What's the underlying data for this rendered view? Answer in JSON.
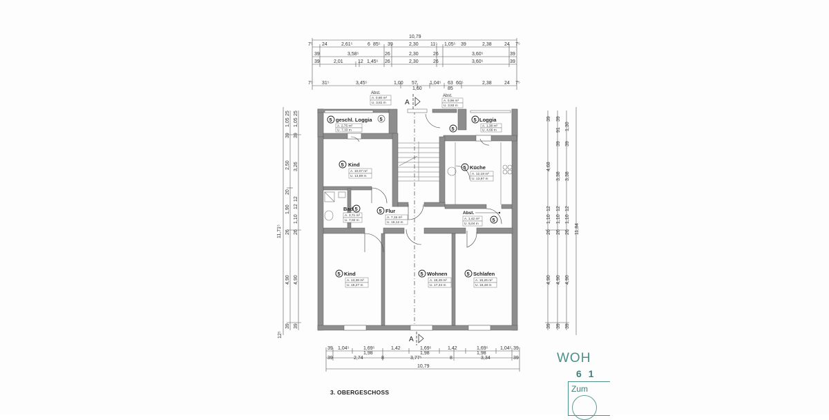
{
  "plan": {
    "floor_title": "3. OBERGESCHOSS",
    "section_marker": "A",
    "room_number_marker": "5",
    "overall_width": "10,79",
    "overall_height_left": "11,71⁵",
    "overall_height_right": "11,84"
  },
  "rooms": [
    {
      "name": "geschl. Loggia",
      "area": "A.   2,75 m²",
      "perimeter": "U.   7,33 m"
    },
    {
      "name": "Abst.",
      "area": "A. 0,90 m²",
      "perimeter": "U. 3,81 m"
    },
    {
      "name": "Abst.",
      "area": "A. 0,96 m²",
      "perimeter": "U. 3,93 m"
    },
    {
      "name": "Loggia",
      "area": "A. 1,38 m²",
      "perimeter": "U. 4,66 m"
    },
    {
      "name": "Kind",
      "area": "A. 10,07 m²",
      "perimeter": "U. 13,69 m"
    },
    {
      "name": "Küche",
      "area": "A. 12,18 m²",
      "perimeter": "U. 13,97 m"
    },
    {
      "name": "Bad",
      "area": "A. 3,71 m²",
      "perimeter": "U. 7,82 m"
    },
    {
      "name": "Flur",
      "area": "A.   7,15 m²",
      "perimeter": "U. 15,12 m"
    },
    {
      "name": "Abst.",
      "area": "A. 1,42 m²",
      "perimeter": "U. 5,04 m"
    },
    {
      "name": "Kind",
      "area": "A. 13,38 m²",
      "perimeter": "U. 15,27 m"
    },
    {
      "name": "Wohnen",
      "area": "A. 18,49 m²",
      "perimeter": "U. 17,34 m"
    },
    {
      "name": "Schlafen",
      "area": "A. 16,26 m²",
      "perimeter": "U. 16,48 m"
    }
  ],
  "dims_top": {
    "row0": [
      "10,79"
    ],
    "row1": [
      "7⁵",
      "24",
      "2,61⁵",
      "6",
      "85⁵",
      "39",
      "2,30",
      "11⁵",
      "1,05⁵",
      "39",
      "2,38",
      "24",
      "7⁵"
    ],
    "row2": [
      "39",
      "3,58⁵",
      "26",
      "2,30",
      "26",
      "3,60⁵",
      "39"
    ],
    "row3": [
      "39",
      "2,01",
      "12",
      "1,45⁵",
      "26",
      "2,30",
      "26",
      "3,60⁵",
      "39"
    ],
    "row4": [
      "7⁵",
      "31⁵",
      "3,45⁵",
      "1,00",
      "57",
      "1,04⁵",
      "63",
      "60⁵",
      "2,38",
      "24",
      "7⁵"
    ],
    "row4_sub": [
      "1,60",
      "85"
    ]
  },
  "dims_bottom": {
    "row1": [
      "39",
      "1,04⁵",
      "1,69⁵",
      "1,42",
      "1,69⁵",
      "1,42",
      "1,69⁵",
      "1,04⁵",
      "39"
    ],
    "row1_sub": [
      "1,98",
      "1,98",
      "1,98"
    ],
    "row2": [
      "39",
      "2,74",
      "8",
      "3,77⁵",
      "8",
      "3,34",
      "39"
    ],
    "row3": [
      "10,79"
    ]
  },
  "dims_left": {
    "col1": [
      "12⁵",
      "39",
      "4,90",
      "26",
      "1,90",
      "20",
      "2,50",
      "39",
      "1,05",
      "25"
    ],
    "col2": [
      "39",
      "4,90",
      "26",
      "1,10",
      "12",
      "12",
      "3,26",
      "39",
      "1,05",
      "25"
    ]
  },
  "dims_right": {
    "col1": [
      "39",
      "4,90",
      "26",
      "1,10",
      "12",
      "4,68",
      "39"
    ],
    "col2": [
      "39",
      "4,90",
      "26",
      "1,10",
      "12",
      "3,38",
      "39",
      "91",
      "39"
    ],
    "col3": [
      "39",
      "4,90",
      "26",
      "1,10",
      "12",
      "3,38",
      "39",
      "1,30"
    ]
  },
  "stamp": {
    "line1": "WOH",
    "line2": "6 1",
    "line3": "Zum"
  },
  "colors": {
    "wall": "#8e8e8e",
    "wall_dark": "#6f6f6f",
    "line": "#444444",
    "stamp": "#4a8f8a"
  }
}
